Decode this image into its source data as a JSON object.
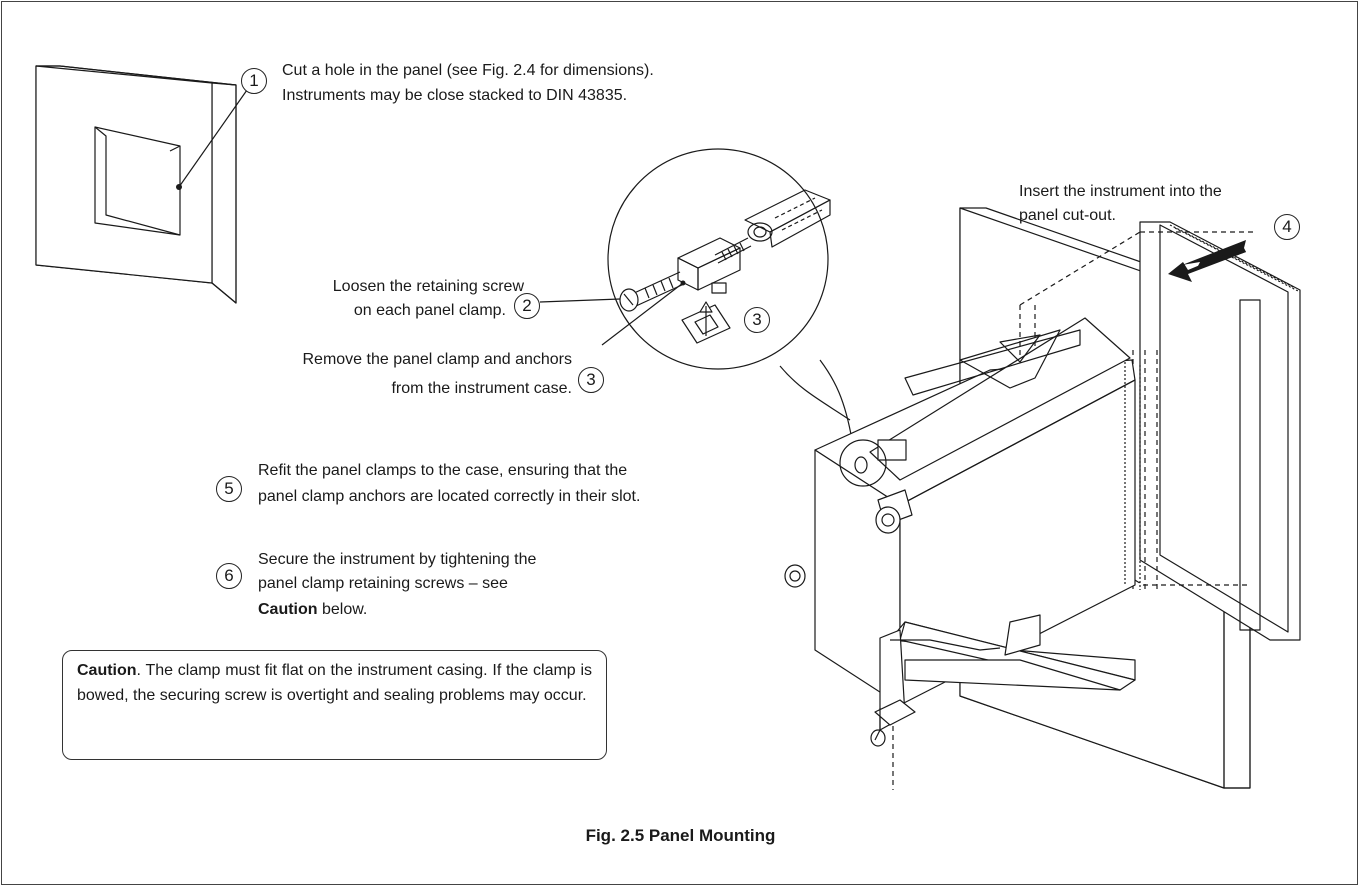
{
  "steps": {
    "s1": {
      "number": "1",
      "line1": "Cut a hole in the panel (see Fig. 2.4 for dimensions).",
      "line2": "Instruments may be close stacked to DIN 43835."
    },
    "s2": {
      "number": "2",
      "line1": "Loosen the retaining screw",
      "line2": "on each panel clamp."
    },
    "s3": {
      "number": "3",
      "line1": "Remove the panel clamp and anchors",
      "line2": "from the instrument case."
    },
    "s4": {
      "number": "4",
      "line1": "Insert the instrument into the",
      "line2": "panel cut-out."
    },
    "s5": {
      "number": "5",
      "line1": "Refit the panel clamps to the case, ensuring that the",
      "line2": "panel clamp anchors are located correctly in their slot."
    },
    "s6": {
      "number": "6",
      "line1": "Secure the instrument by tightening the",
      "line2": "panel clamp retaining screws – see",
      "bold": "Caution",
      "tail": " below."
    }
  },
  "detail_callout_number": "3",
  "caution": {
    "bold": "Caution",
    "text": ".  The clamp must fit flat on the instrument casing. If the clamp is bowed, the securing screw is overtight and sealing problems may occur."
  },
  "caption": "Fig. 2.5 Panel Mounting"
}
